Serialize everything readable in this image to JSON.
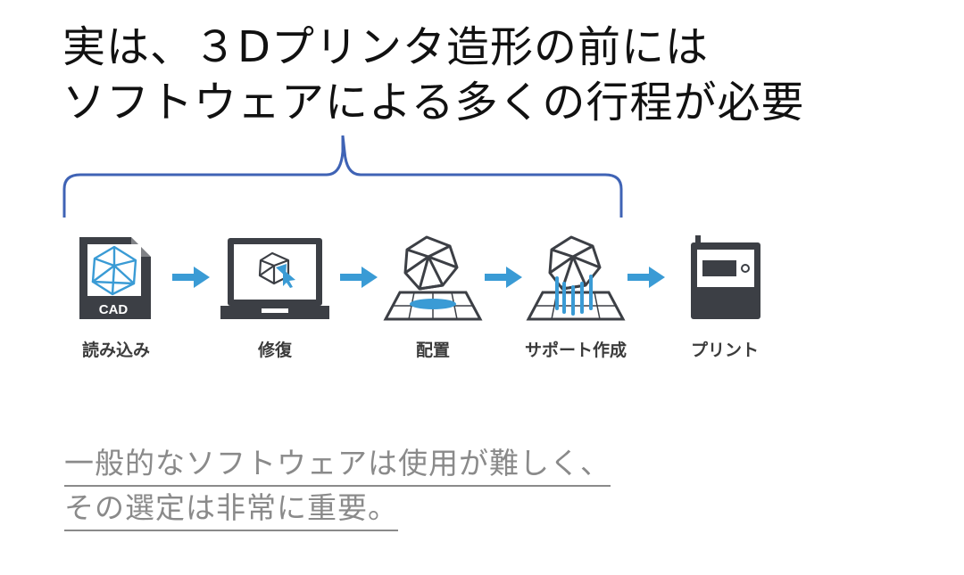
{
  "headline": {
    "line1": "実は、３Dプリンタ造形の前には",
    "line2": "ソフトウェアによる多くの行程が必要"
  },
  "steps": [
    {
      "label": "読み込み",
      "icon": "cad-file-icon",
      "badge": "CAD"
    },
    {
      "label": "修復",
      "icon": "laptop-repair-icon"
    },
    {
      "label": "配置",
      "icon": "placement-icon"
    },
    {
      "label": "サポート作成",
      "icon": "support-generation-icon"
    },
    {
      "label": "プリント",
      "icon": "printer-icon"
    }
  ],
  "note": {
    "line1": "一般的なソフトウェアは使用が難しく、",
    "line2": "その選定は非常に重要。"
  },
  "colors": {
    "brace": "#3f63b5",
    "arrow": "#3a9bd5",
    "icon_dark": "#3c3f45",
    "icon_accent": "#3a9bd5",
    "note_text": "#8a8a8a"
  }
}
